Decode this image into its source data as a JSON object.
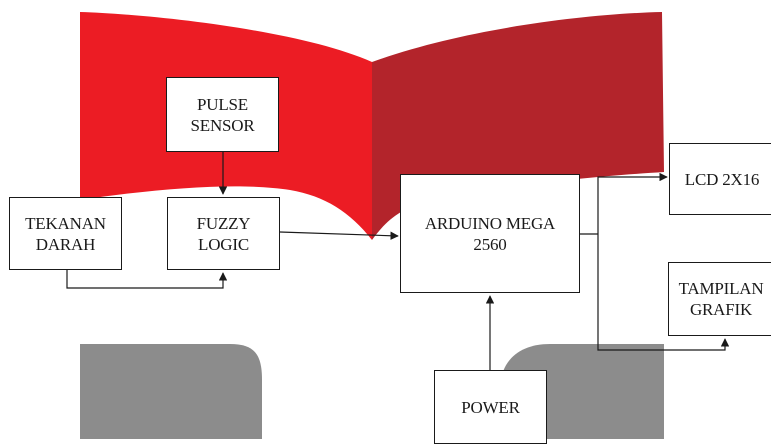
{
  "diagram": {
    "colors": {
      "shape_red_left": "#ec1c24",
      "shape_red_right": "#b3242b",
      "shape_gray": "#8c8c8c",
      "line": "#1a1a1a",
      "box_fill": "#ffffff"
    },
    "nodes": {
      "pulse_sensor": {
        "lines": [
          "PULSE",
          "SENSOR"
        ]
      },
      "tekanan_darah": {
        "lines": [
          "TEKANAN",
          "DARAH"
        ]
      },
      "fuzzy_logic": {
        "lines": [
          "FUZZY",
          "LOGIC"
        ]
      },
      "arduino": {
        "lines": [
          "ARDUINO MEGA",
          "2560"
        ]
      },
      "lcd": {
        "lines": [
          "LCD 2X16"
        ]
      },
      "tampilan_grafik": {
        "lines": [
          "TAMPILAN",
          "GRAFIK"
        ]
      },
      "power": {
        "lines": [
          "POWER"
        ]
      }
    },
    "edges": [
      {
        "from": "pulse_sensor",
        "to": "fuzzy_logic"
      },
      {
        "from": "tekanan_darah",
        "to": "fuzzy_logic"
      },
      {
        "from": "fuzzy_logic",
        "to": "arduino"
      },
      {
        "from": "arduino",
        "to": "lcd"
      },
      {
        "from": "arduino",
        "to": "tampilan_grafik"
      },
      {
        "from": "power",
        "to": "arduino"
      }
    ]
  }
}
